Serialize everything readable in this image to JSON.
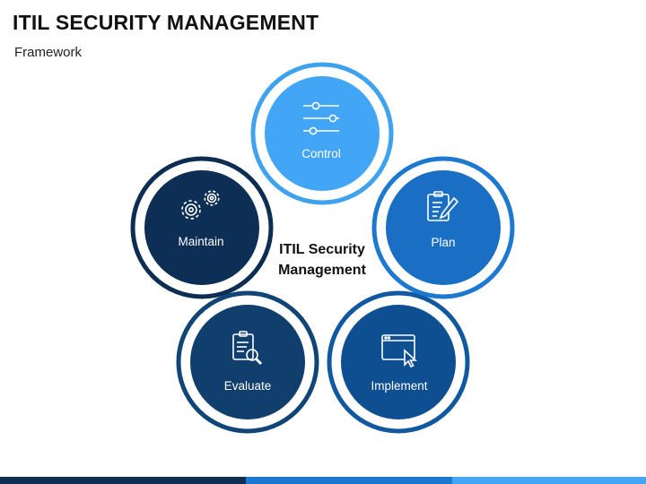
{
  "title": "ITIL SECURITY MANAGEMENT",
  "subtitle": "Framework",
  "center": {
    "line1": "ITIL Security",
    "line2": "Management"
  },
  "nodes": [
    {
      "id": "control",
      "label": "Control",
      "icon": "sliders-icon",
      "fill": "#42a5f5",
      "ring": "#3fa2ef"
    },
    {
      "id": "plan",
      "label": "Plan",
      "icon": "clipboard-pencil-icon",
      "fill": "#1a6fc4",
      "ring": "#1d78cf"
    },
    {
      "id": "implement",
      "label": "Implement",
      "icon": "browser-cursor-icon",
      "fill": "#0e4f91",
      "ring": "#10589f"
    },
    {
      "id": "evaluate",
      "label": "Evaluate",
      "icon": "report-magnifier-icon",
      "fill": "#103f6e",
      "ring": "#0f4577"
    },
    {
      "id": "maintain",
      "label": "Maintain",
      "icon": "gears-icon",
      "fill": "#0d2f55",
      "ring": "#0d2d52"
    }
  ],
  "colors": {
    "background": "#ffffff",
    "bar": [
      "#0d2d52",
      "#1d78cf",
      "#42a5f5"
    ]
  }
}
